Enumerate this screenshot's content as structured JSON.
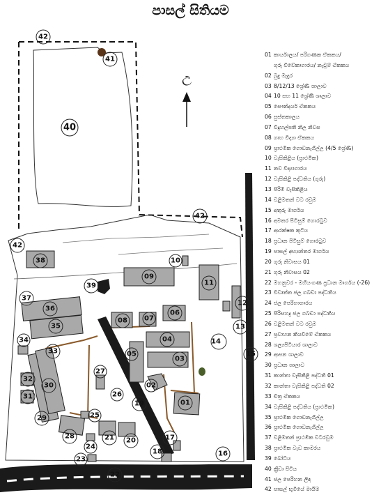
{
  "title": "පාසල් සිතියම",
  "north_symbol": "උ",
  "map_labels": {
    "n01": "01",
    "n02": "02",
    "n03": "03",
    "n04": "04",
    "n05": "05",
    "n06": "06",
    "n07": "07",
    "n08": "08",
    "n09": "09",
    "n10": "10",
    "n11": "11",
    "n12": "12",
    "n13": "13",
    "n14": "14",
    "n15": "15",
    "n16": "16",
    "n17": "17",
    "n18": "18",
    "n19": "19",
    "n20": "20",
    "n21": "21",
    "n22": "22",
    "n23": "23",
    "n24": "24",
    "n25": "25",
    "n26": "26",
    "n27": "27",
    "n28": "28",
    "n29": "29",
    "n30": "30",
    "n31": "31",
    "n32": "32",
    "n33": "33",
    "n34": "34",
    "n35": "35",
    "n36": "36",
    "n37": "37",
    "n38": "38",
    "n39": "39",
    "n40": "40",
    "n41": "41",
    "n42a": "42",
    "n42b": "42",
    "n42c": "42"
  },
  "legend": [
    {
      "num": "01",
      "text": "කාර්යාලය/ පරිගණක ඒකකය/"
    },
    {
      "num": "",
      "text": "ගුරු විවේකාගාරය/ නැටුම් ඒකකය"
    },
    {
      "num": "02",
      "text": "බුදු මැදුර"
    },
    {
      "num": "03",
      "text": "8/12/13 ශ්‍රේණි ශාලාව"
    },
    {
      "num": "04",
      "text": "10 සහ 11 ශ්‍රේණි ශාලාව"
    },
    {
      "num": "05",
      "text": "සෞන්දර්ය ඒකකය"
    },
    {
      "num": "06",
      "text": "පුස්තකාලය"
    },
    {
      "num": "07",
      "text": "විදුහල්පති නිල නිවස"
    },
    {
      "num": "08",
      "text": "ගෘහ විද්‍යා ඒකකය"
    },
    {
      "num": "09",
      "text": "ප්‍රාථමික ගොඩනැගිල්ල (4/5 ශ්‍රේණි)"
    },
    {
      "num": "10",
      "text": "වැසිකිළිය (ප්‍රාථමික)"
    },
    {
      "num": "11",
      "text": "නව විද්‍යාගාරය"
    },
    {
      "num": "12",
      "text": "වැසිකිළි පද්ධතිය (ගුරු)"
    },
    {
      "num": "13",
      "text": "පිරිමි වැසිකිළිය"
    },
    {
      "num": "14",
      "text": "වළිමතන් වට රවුම"
    },
    {
      "num": "15",
      "text": "අතුරු මාර්ගය"
    },
    {
      "num": "16",
      "text": "අමතර පිටිසුම් ගොරටුව"
    },
    {
      "num": "17",
      "text": "ආරක්ෂක කුටිය"
    },
    {
      "num": "18",
      "text": "ප්‍රධාන පිටිසුම් ගොරටුව"
    },
    {
      "num": "19",
      "text": "පාසල් අභ්‍යන්තර මාර්ගය"
    },
    {
      "num": "20",
      "text": "ගුරු නිවාසය 01"
    },
    {
      "num": "21",
      "text": "ගුරු නිවාසය 02"
    },
    {
      "num": "22",
      "text": "මහනුවර - මහියංගණ ප්‍රධාන මාර්ගය (-26)"
    },
    {
      "num": "23",
      "text": "විවෘත්ත ජල ගබඩා පද්ධතිය"
    },
    {
      "num": "24",
      "text": "ජල පෙරිහාගාරය"
    },
    {
      "num": "25",
      "text": "පිරිසහදු ජල ගබඩා පද්ධතිය"
    },
    {
      "num": "26",
      "text": "වළිමතන් වට රවුම"
    },
    {
      "num": "27",
      "text": "ප්‍රවාහන කියවීමේ ඒකකය"
    },
    {
      "num": "28",
      "text": "ශල්‍යපිටියාර ශාලාව"
    },
    {
      "num": "29",
      "text": "ආපන ශාලාව"
    },
    {
      "num": "30",
      "text": "ප්‍රධාන ශාලාව"
    },
    {
      "num": "31",
      "text": "කාන්තා වැසිකිළි පද්ධති 01"
    },
    {
      "num": "32",
      "text": "කාන්තා වැසිකිළි පද්ධති 02"
    },
    {
      "num": "33",
      "text": "චිත්‍ර ඒකකය"
    },
    {
      "num": "34",
      "text": "වැසිකිළි පද්ධතිය (ප්‍රාථමික)"
    },
    {
      "num": "35",
      "text": "ප්‍රාථමික ගොඩනැගිල්ල"
    },
    {
      "num": "36",
      "text": "ප්‍රාථමික ගොඩනැගිල්ල"
    },
    {
      "num": "37",
      "text": "වළිමතන් ප්‍රාථමික වටරවුම"
    },
    {
      "num": "38",
      "text": "ප්‍රාථමික වැඩ කාමරය"
    },
    {
      "num": "39",
      "text": "බෝධිය"
    },
    {
      "num": "40",
      "text": "ක්‍රීඩා පිටිය"
    },
    {
      "num": "41",
      "text": "ජල පෙරිහන ලිඳ"
    },
    {
      "num": "42",
      "text": "පාසල් භූමියේ මායිම"
    }
  ],
  "colors": {
    "building_fill": "#a9a9a9",
    "building_stroke": "#222222",
    "path_brown": "#8a5a2b",
    "road_dark": "#1a1a1a",
    "well_brown": "#5a3418",
    "tree_green": "#4a5e2a"
  }
}
